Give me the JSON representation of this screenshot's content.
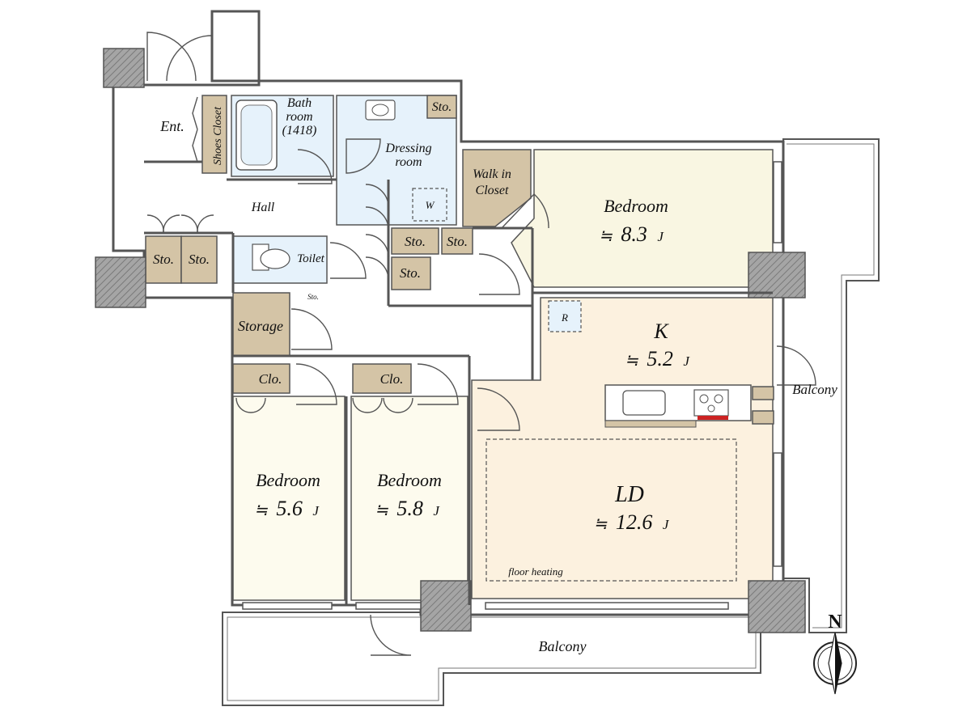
{
  "rooms": {
    "entrance": "Ent.",
    "shoes_closet": "Shoes Closet",
    "bathroom": [
      "Bath",
      "room",
      "(1418)"
    ],
    "dressing_room": [
      "Dressing",
      "room"
    ],
    "washer": "W",
    "walk_in_closet": [
      "Walk in",
      "Closet"
    ],
    "hall": "Hall",
    "toilet": "Toilet",
    "toilet_sto": "Sto.",
    "storage": "Storage",
    "sto": "Sto.",
    "clo": "Clo.",
    "refrigerator": "R",
    "bedroom_main": {
      "name": "Bedroom",
      "size": "8.3",
      "unit": "J",
      "approx": "≒"
    },
    "kitchen": {
      "name": "K",
      "size": "5.2",
      "unit": "J",
      "approx": "≒"
    },
    "ld": {
      "name": "LD",
      "size": "12.6",
      "unit": "J",
      "approx": "≒"
    },
    "bedroom_left": {
      "name": "Bedroom",
      "size": "5.6",
      "unit": "J",
      "approx": "≒"
    },
    "bedroom_mid": {
      "name": "Bedroom",
      "size": "5.8",
      "unit": "J",
      "approx": "≒"
    },
    "floor_heating": "floor heating",
    "balcony_east": "Balcony",
    "balcony_south": "Balcony"
  },
  "compass": {
    "north": "N"
  },
  "colors": {
    "storage_fill": "#d4c4a6",
    "wet_area_fill": "#e6f2fb",
    "bedroom_main_fill": "#f9f6e2",
    "ld_fill": "#fcf1df",
    "bedroom_fill": "#fdfbee",
    "column_fill": "#9a9a9a",
    "wall_stroke": "#555555"
  }
}
